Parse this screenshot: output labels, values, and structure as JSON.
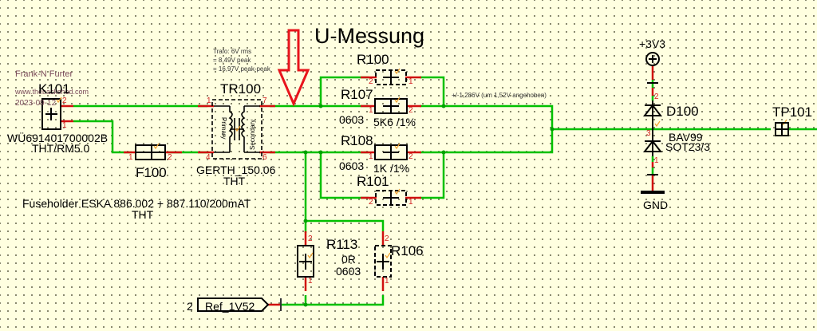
{
  "sheet": {
    "title": "U-Messung",
    "meta": {
      "author": "Frank-N Furter",
      "website": "www.thebackshed.com",
      "date": "2023-09-12"
    },
    "colors": {
      "background": "#ffffe0",
      "wire": "#00c000",
      "pin": "#d01010",
      "part": "#000000",
      "arrow": "#e8141c"
    }
  },
  "annotations": {
    "trafo_note": [
      "Trafo: 6V rms",
      "=   8,49V peak",
      "= 16,97V peak-peak"
    ],
    "voltage_note": "+/-1,286V (um 1,52V angehoben)"
  },
  "components": {
    "K101": {
      "ref": "K101",
      "value": "WÜ691401700002B",
      "package": "THT/RM5.0",
      "pins": [
        "2",
        "1"
      ]
    },
    "F100": {
      "ref": "F100",
      "value": "Fuseholder ESKA 886.002 + 887.110/200mAT",
      "package": "THT",
      "pins": [
        "1",
        "2"
      ]
    },
    "TR100": {
      "ref": "TR100",
      "value": "GERTH_150.06",
      "package": "THT",
      "primary": "Primary",
      "secondary": "Secondary",
      "pins": [
        "1",
        "4",
        "7",
        "6"
      ]
    },
    "R100": {
      "ref": "R100",
      "pins": [
        "2",
        "1"
      ]
    },
    "R107": {
      "ref": "R107",
      "package": "0603",
      "value": "5K6 /1%",
      "pins": [
        "1",
        "2"
      ]
    },
    "R108": {
      "ref": "R108",
      "package": "0603",
      "value": "1K /1%",
      "pins": [
        "1",
        "2"
      ]
    },
    "R101": {
      "ref": "R101",
      "pins": [
        "2",
        "1"
      ]
    },
    "R113": {
      "ref": "R113",
      "value": "0R",
      "package": "0603",
      "pins": [
        "2",
        "1"
      ]
    },
    "R106": {
      "ref": "R106",
      "pins": [
        "2",
        "1"
      ]
    },
    "D100": {
      "ref": "D100",
      "value": "BAV99",
      "package": "SOT23/3",
      "pins": [
        "2",
        "3",
        "1"
      ]
    },
    "TP101": {
      "ref": "TP101"
    },
    "power": {
      "vcc": "+3V3",
      "gnd": "GND"
    },
    "port": {
      "sheet_no": "2",
      "label": "Ref_1V52"
    }
  }
}
